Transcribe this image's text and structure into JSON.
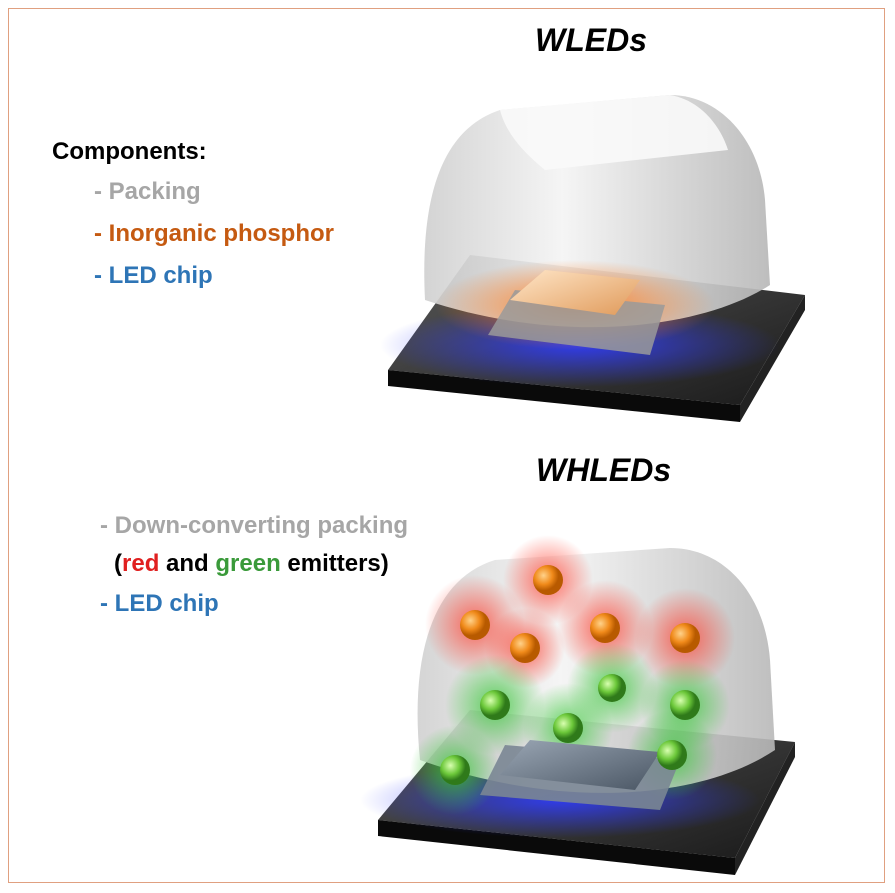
{
  "top": {
    "title": "WLEDs",
    "components_heading": "Components:",
    "items": [
      {
        "text": "- Packing",
        "color": "#a6a6a6"
      },
      {
        "text": "- Inorganic phosphor",
        "color": "#c55a11"
      },
      {
        "text": "- LED chip",
        "color": "#2e75b6"
      }
    ]
  },
  "bottom": {
    "title": "WHLEDs",
    "item1": {
      "text": "- Down-converting packing",
      "color": "#a6a6a6"
    },
    "item2": {
      "open": "(",
      "red": "red",
      "and": " and ",
      "green": "green",
      "rest": " emitters)",
      "colors": {
        "red": "#e02020",
        "green": "#3a9a3a",
        "text": "#000000"
      }
    },
    "item3": {
      "text": "- LED chip",
      "color": "#2e75b6",
      "dash_color": "#2e75b6"
    }
  },
  "colors": {
    "frame": "#e0a080",
    "phosphor_glow": "#ff7a1a",
    "blue_glow": "#2f3cff",
    "green_glow": "#38c838",
    "red_glow": "#ff3a2a"
  }
}
